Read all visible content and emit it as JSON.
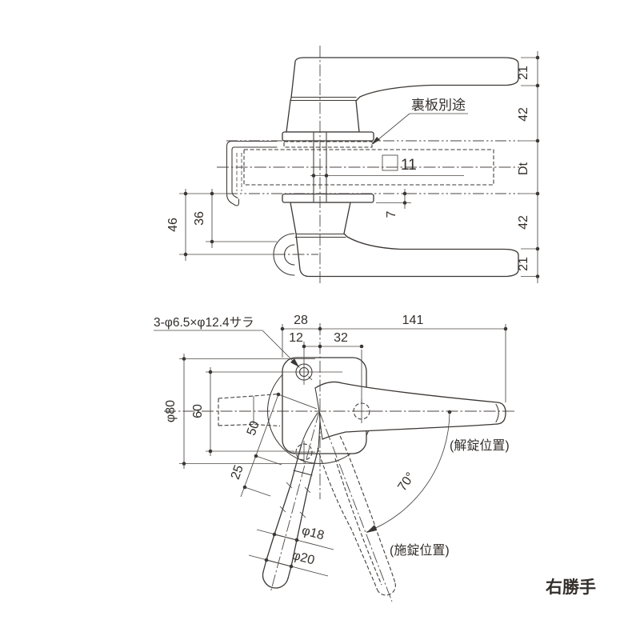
{
  "drawing": {
    "handing_label": "右勝手",
    "line_color": "#3b3734",
    "background": "#ffffff",
    "side_view": {
      "backplate_note": "裏板別途",
      "spindle": {
        "symbol": "□",
        "size": "11"
      },
      "dim_right": [
        "21",
        "42",
        "Dt",
        "42",
        "21"
      ],
      "dim_46": "46",
      "dim_36": "36",
      "dim_7": "7"
    },
    "front_view": {
      "countersink_note": "3-φ6.5×φ12.4サラ",
      "dim_28": "28",
      "dim_141": "141",
      "dim_12": "12",
      "dim_32": "32",
      "dim_dia80": "φ80",
      "dim_60": "60",
      "dim_50": "50",
      "dim_25": "25",
      "dim_dia18": "φ18",
      "dim_dia20": "φ20",
      "angle_70": "70°",
      "unlock_label": "(解錠位置)",
      "lock_label": "(施錠位置)"
    }
  }
}
